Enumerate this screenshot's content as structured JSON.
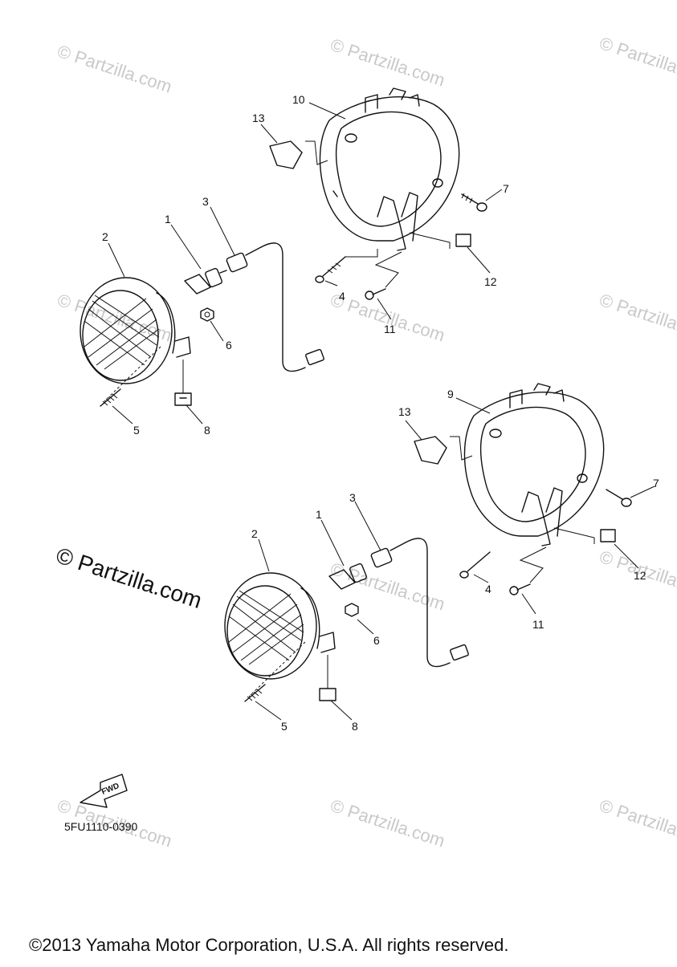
{
  "callouts": {
    "upper": {
      "c1": "1",
      "c2": "2",
      "c3": "3",
      "c4": "4",
      "c5": "5",
      "c6": "6",
      "c7": "7",
      "c8": "8",
      "c10": "10",
      "c11": "11",
      "c12": "12",
      "c13": "13"
    },
    "lower": {
      "c1": "1",
      "c2": "2",
      "c3": "3",
      "c4": "4",
      "c5": "5",
      "c6": "6",
      "c7": "7",
      "c8": "8",
      "c9": "9",
      "c11": "11",
      "c12": "12",
      "c13": "13"
    }
  },
  "watermark": {
    "symbol": "©",
    "text": "Partzilla.com"
  },
  "main_watermark": "© Partzilla.com",
  "fwd_label": "FWD",
  "diagram_code": "5FU1110-0390",
  "copyright": "©2013 Yamaha Motor Corporation, U.S.A. All rights reserved."
}
